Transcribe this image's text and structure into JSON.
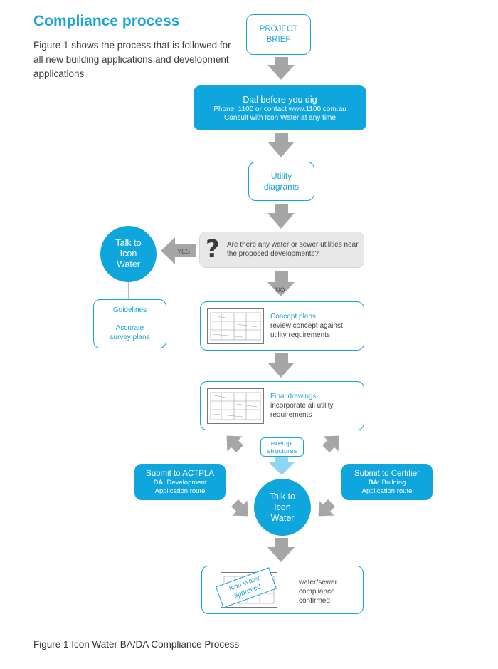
{
  "title": "Compliance process",
  "intro": "Figure 1 shows the process that is followed for all new building applications and development applications",
  "caption": "Figure 1 Icon Water BA/DA Compliance Process",
  "nodes": {
    "project_brief": [
      "PROJECT",
      "BRIEF"
    ],
    "dial": {
      "heading": "Dial before you dig",
      "line1": "Phone: 1100 or contact www.1100.com.au",
      "line2": "Consult with Icon Water at any time"
    },
    "utility_diagrams": [
      "Utility",
      "diagrams"
    ],
    "question": "Are there any water or sewer utilities near the proposed developments?",
    "yes_label": "YES",
    "no_label": "NO",
    "talk_to_icon_water": [
      "Talk to",
      "Icon",
      "Water"
    ],
    "guidelines": {
      "line1": "Guidelines",
      "line2": "Accurate",
      "line3": "survey plans"
    },
    "concept": {
      "heading": "Concept plans",
      "body1": "review concept against",
      "body2": "utility requirements"
    },
    "final": {
      "heading": "Final drawings",
      "body1": "incorporate all utility",
      "body2": "requirements"
    },
    "exempt": [
      "exempt",
      "structures"
    ],
    "actpla": {
      "heading": "Submit to ACTPLA",
      "abbr": "DA",
      "line1": ": Development",
      "line2": "Application route"
    },
    "certifier": {
      "heading": "Submit to Certifier",
      "abbr": "BA",
      "line1": ": Building",
      "line2": "Application route"
    },
    "talk_to_icon_water_2": [
      "Talk to",
      "Icon",
      "Water"
    ],
    "stamp": [
      "Icon Water",
      "approved"
    ],
    "confirmed": [
      "water/sewer",
      "compliance",
      "confirmed"
    ]
  },
  "colors": {
    "accent": "#1aa3d9",
    "fill": "#0fa6de",
    "arrow_grey": "#a6a6a6",
    "arrow_light_blue": "#8fd6f0",
    "question_bg": "#e8e8e8"
  }
}
